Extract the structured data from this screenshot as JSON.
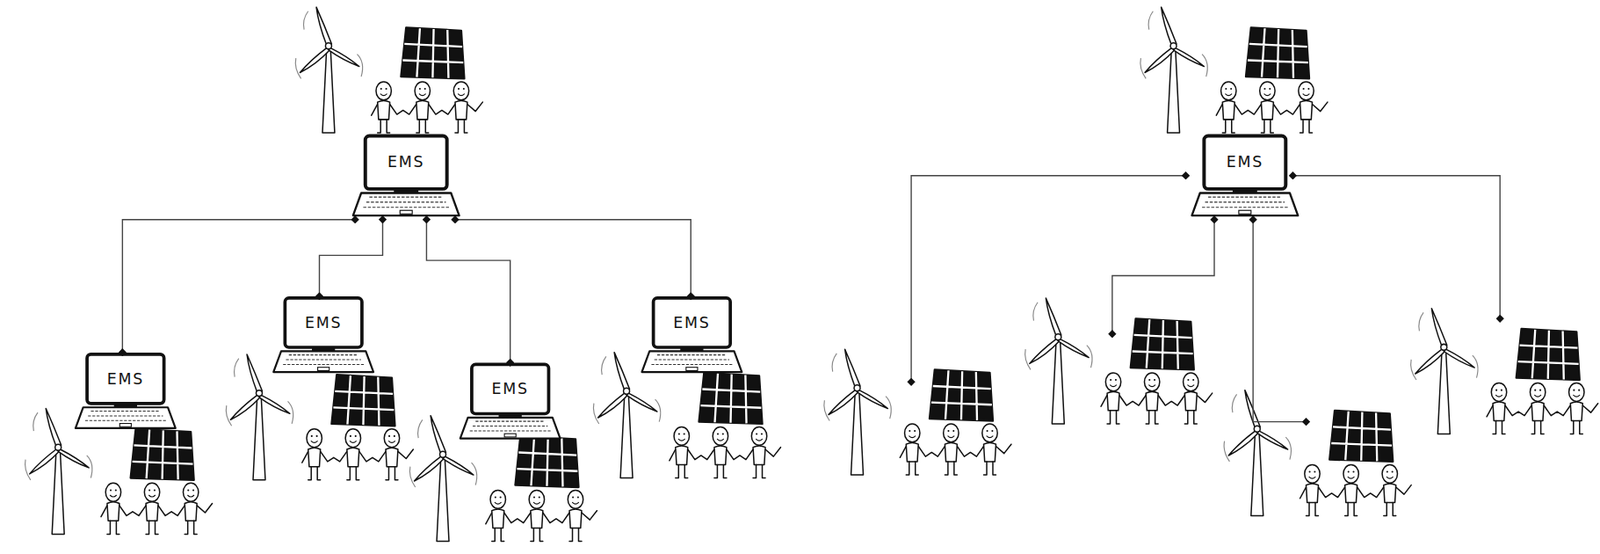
{
  "diagram": {
    "nodes": [
      {
        "text": [
          "EMS"
        ]
      },
      {
        "text": [
          "EMS"
        ]
      },
      {
        "text": [
          "EMS"
        ]
      },
      {
        "text": [
          "EMS"
        ]
      },
      {
        "text": [
          "EMS"
        ]
      },
      {
        "text": [
          "EMS"
        ]
      }
    ],
    "edges": [
      {
        "from": 0,
        "to": 1,
        "arrow": "both"
      },
      {
        "from": 0,
        "to": 2,
        "arrow": "both"
      },
      {
        "from": 0,
        "to": 3,
        "arrow": "both"
      },
      {
        "from": 0,
        "to": 4,
        "arrow": "both"
      }
    ]
  }
}
